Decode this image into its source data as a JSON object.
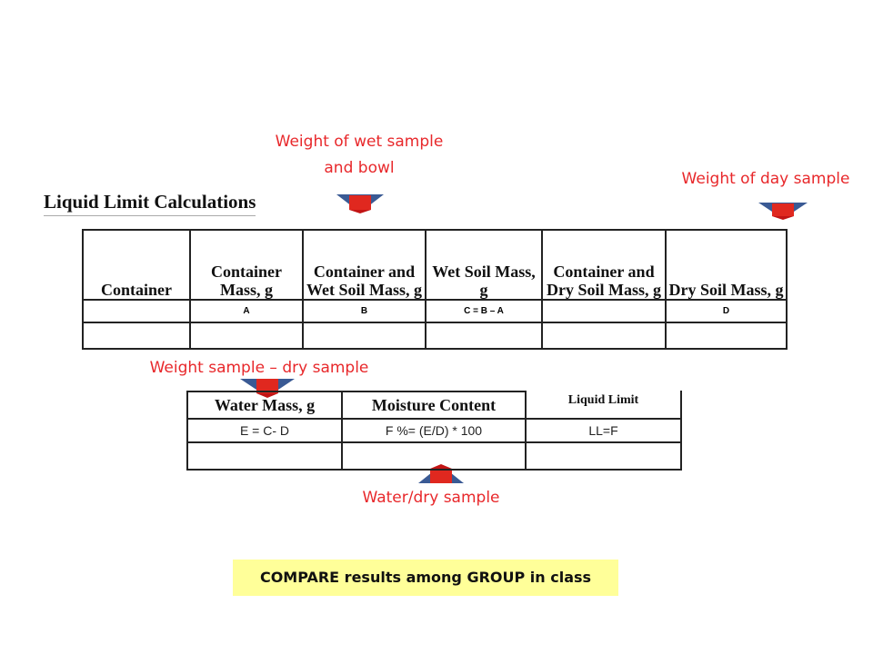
{
  "labels": {
    "wet_sample": "Weight of wet sample\nand bowl",
    "dry_sample": "Weight of day sample",
    "weight_diff": "Weight sample – dry sample",
    "water_dry": "Water/dry sample"
  },
  "title": "Liquid Limit Calculations",
  "table1": {
    "headers": [
      "Container",
      "Container Mass, g",
      "Container and Wet Soil Mass, g",
      "Wet Soil Mass, g",
      "Container and Dry Soil Mass, g",
      "Dry Soil Mass, g"
    ],
    "row1": [
      "",
      "A",
      "B",
      "C =   B – A",
      "",
      "D"
    ]
  },
  "table2": {
    "headers": [
      "Water Mass, g",
      "Moisture Content",
      "Liquid Limit"
    ],
    "row1": [
      "E = C- D",
      "F %= (E/D) * 100",
      "LL=F"
    ]
  },
  "compare_text": "COMPARE results among GROUP in class",
  "colors": {
    "label_red": "#e8282b",
    "arrow_red": "#e02020",
    "arrow_blue": "#3a5a94",
    "highlight": "#ffff99"
  }
}
